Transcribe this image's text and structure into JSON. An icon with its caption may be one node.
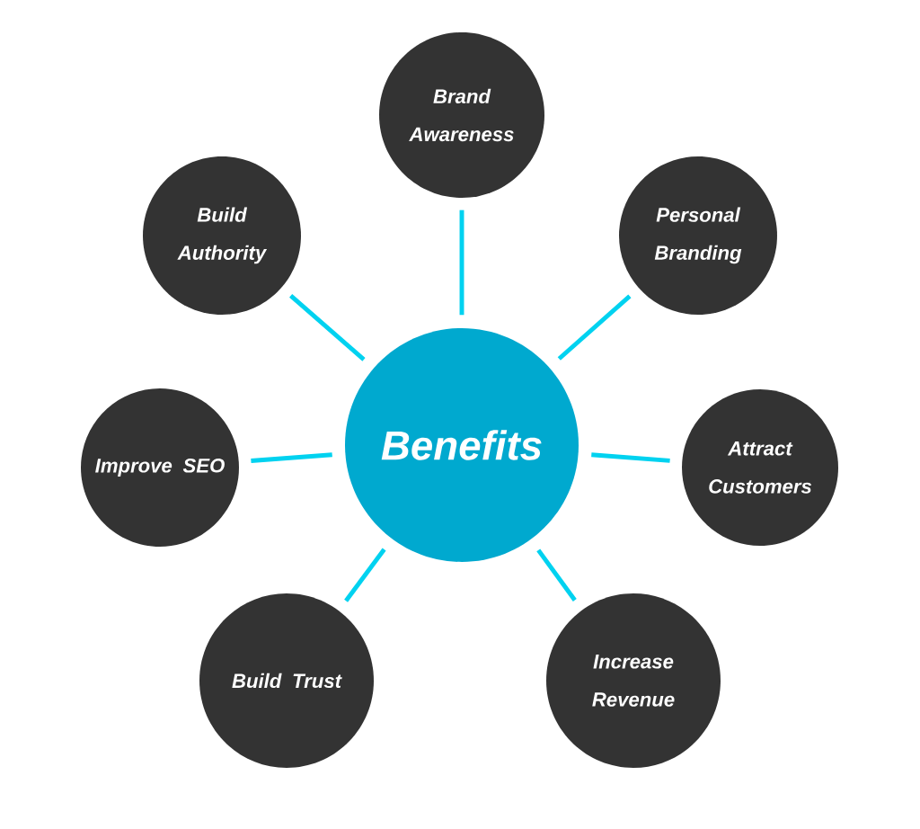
{
  "diagram": {
    "nodes": [
      {
        "text": [
          "Benefits"
        ]
      },
      {
        "text": [
          "Brand Awareness"
        ]
      },
      {
        "text": [
          "Build Authority"
        ]
      },
      {
        "text": [
          "Personal Branding"
        ]
      },
      {
        "text": [
          "Improve SEO"
        ]
      },
      {
        "text": [
          "Attract Customers"
        ]
      },
      {
        "text": [
          "Build Trust"
        ]
      },
      {
        "text": [
          "Increase Revenue"
        ]
      }
    ],
    "edges": [
      {
        "from": 0,
        "to": 1,
        "arrow": "none"
      },
      {
        "from": 0,
        "to": 2,
        "arrow": "none"
      },
      {
        "from": 0,
        "to": 3,
        "arrow": "none"
      },
      {
        "from": 0,
        "to": 4,
        "arrow": "none"
      },
      {
        "from": 0,
        "to": 5,
        "arrow": "none"
      },
      {
        "from": 0,
        "to": 6,
        "arrow": "none"
      },
      {
        "from": 0,
        "to": 7,
        "arrow": "none"
      }
    ]
  }
}
